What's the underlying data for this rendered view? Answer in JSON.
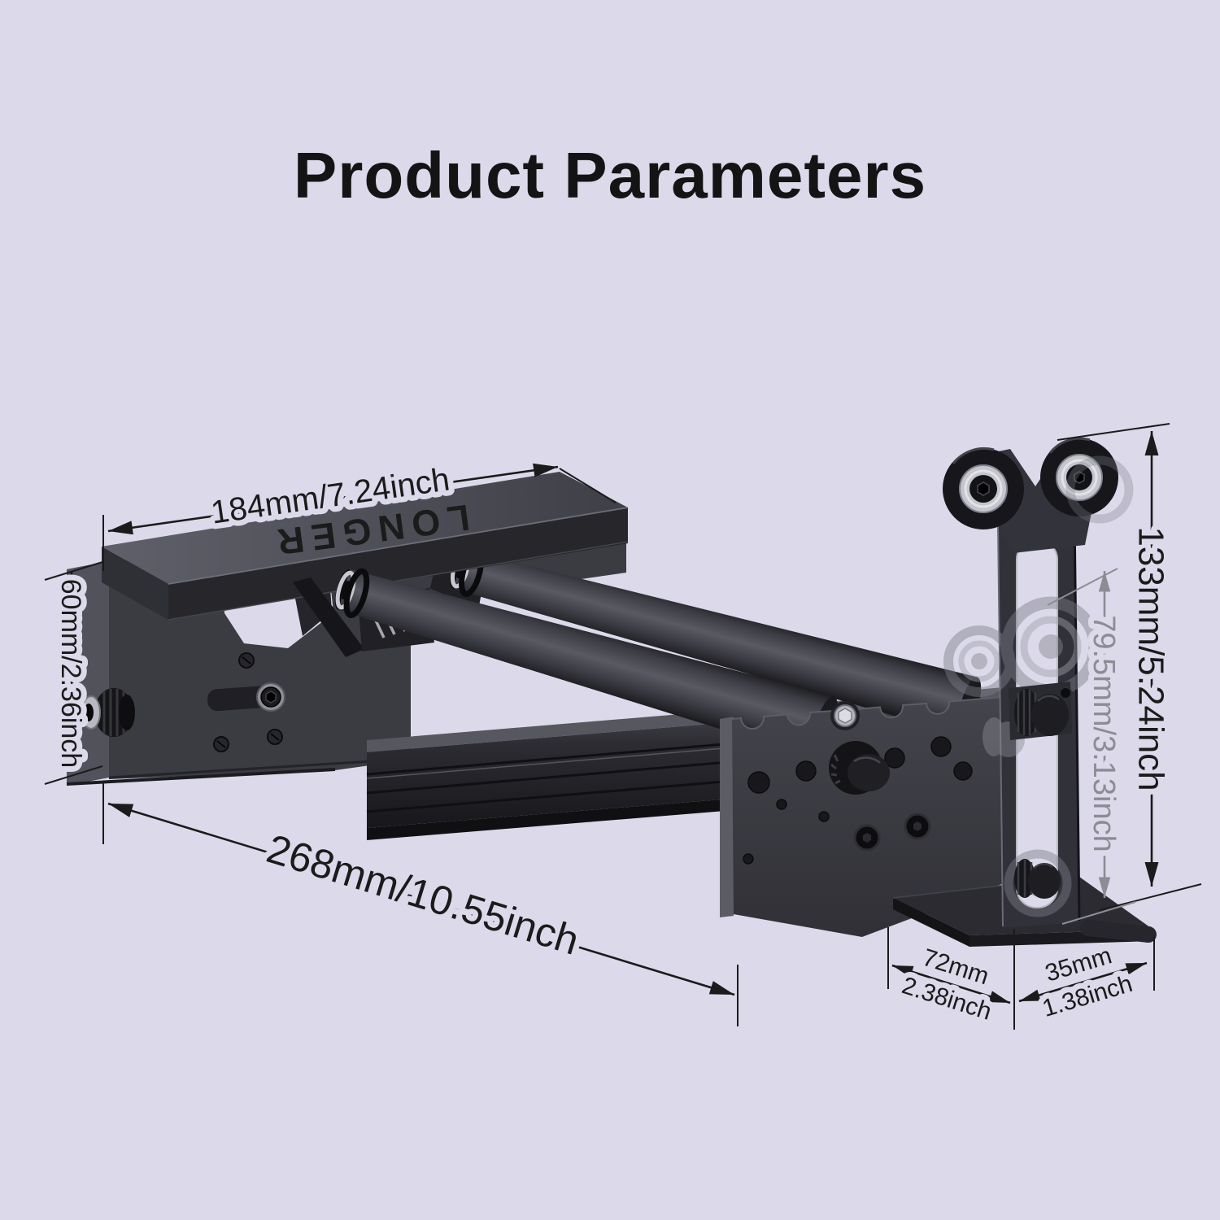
{
  "title": "Product Parameters",
  "product": {
    "brand_logo": "LONGER",
    "type": "laser-engraver-rotary-roller"
  },
  "dimensions": {
    "beam_length": "184mm/7.24inch",
    "housing_height": "60mm/2.36inch",
    "overall_length": "268mm/10.55inch",
    "tailstock_height": "133mm/5.24inch",
    "adjustable_height": "79.5mm/3.13inch",
    "base_depth_mm": "72mm",
    "base_depth_inch": "2.38inch",
    "base_width_mm": "35mm",
    "base_width_inch": "1.38inch"
  },
  "colors": {
    "background": "#dcdaea",
    "annotation": "#1b1b1b",
    "annotation_secondary": "#8c8c95",
    "device_dark": "#35353b",
    "metal_silver": "#c5c5cd",
    "logo_text": "#e9e9ee"
  }
}
